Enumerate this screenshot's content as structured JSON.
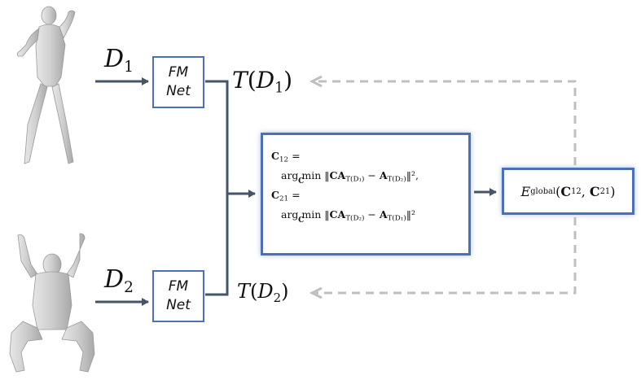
{
  "inputs": {
    "d1": {
      "symbol": "D",
      "index": "1"
    },
    "d2": {
      "symbol": "D",
      "index": "2"
    }
  },
  "fm_net": {
    "line1": "FM",
    "line2": "Net"
  },
  "outputs": {
    "t1": {
      "func": "T",
      "symbol": "D",
      "index": "1"
    },
    "t2": {
      "func": "T",
      "symbol": "D",
      "index": "2"
    }
  },
  "optimization": {
    "c12_lhs": "C",
    "c12_index": "12",
    "c21_lhs": "C",
    "c21_index": "21",
    "equals": "=",
    "argmin": "arg min",
    "argmin_var": "C",
    "term1_a": "CA",
    "term1_sub": "T(D₁)",
    "term1_b": "A",
    "term1_sub_b": "T(D₂)",
    "term2_a": "CA",
    "term2_sub": "T(D₂)",
    "term2_b": "A",
    "term2_sub_b": "T(D₁)",
    "norm_close_1": "‖²,",
    "norm_close_2": "‖²"
  },
  "energy": {
    "symbol": "E",
    "subscript": "global",
    "arg1": "C",
    "arg1_index": "12",
    "arg2": "C",
    "arg2_index": "21"
  },
  "colors": {
    "box_border": "#4a70b7",
    "arrow": "#44546a",
    "feedback": "#bfbfbf",
    "shape": "#cfcfcf"
  }
}
